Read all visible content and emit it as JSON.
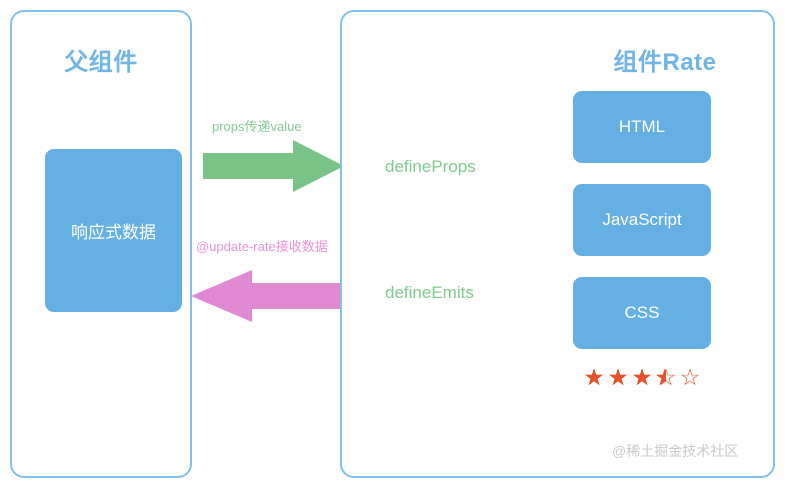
{
  "diagram": {
    "title": "Vue 3 props / emits data flow between parent component and Rate component",
    "colors": {
      "panel_border": "#7FC0EC",
      "panel_title": "#6FB5E8",
      "blue_box": "#64AFE3",
      "green_arrow": "#7AC387",
      "pink_arrow": "#E089D2",
      "green_text": "#81C98F",
      "pink_text": "#E892D8",
      "star_filled": "#E6502B",
      "watermark": "#C9C9C9"
    }
  },
  "parent_panel": {
    "title": "父组件",
    "data_box_label": "响应式数据"
  },
  "child_panel": {
    "title": "组件Rate",
    "define_props_label": "defineProps",
    "define_emits_label": "defineEmits",
    "blocks": [
      {
        "label": "HTML"
      },
      {
        "label": "JavaScript"
      },
      {
        "label": "CSS"
      }
    ],
    "rating": {
      "value": 3.5,
      "max": 5,
      "stars": [
        "full",
        "full",
        "full",
        "half",
        "empty"
      ],
      "glyph_full": "★",
      "glyph_empty": "☆"
    }
  },
  "flows": {
    "down_label": "props传递value",
    "up_label": "@update-rate接收数据"
  },
  "watermark": {
    "text": "@稀土掘金技术社区"
  }
}
